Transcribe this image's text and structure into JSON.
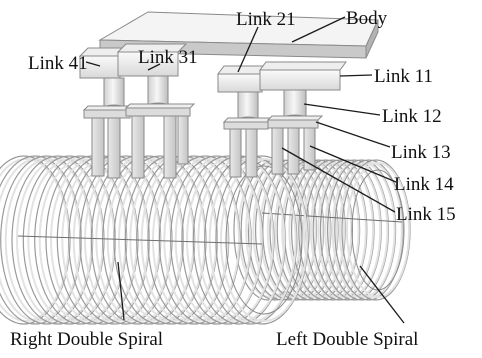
{
  "labels": {
    "body": "Body",
    "link21": "Link 21",
    "link41": "Link 41",
    "link31": "Link 31",
    "link11": "Link 11",
    "link12": "Link 12",
    "link13": "Link 13",
    "link14": "Link 14",
    "link15": "Link 15",
    "right_spiral": "Right Double Spiral",
    "left_spiral": "Left Double Spiral"
  },
  "colors": {
    "face_light": "#f2f2f2",
    "face_mid": "#d8d8d8",
    "face_dark": "#b4b4b4",
    "edge": "#8a8a8a",
    "text": "#111111"
  }
}
